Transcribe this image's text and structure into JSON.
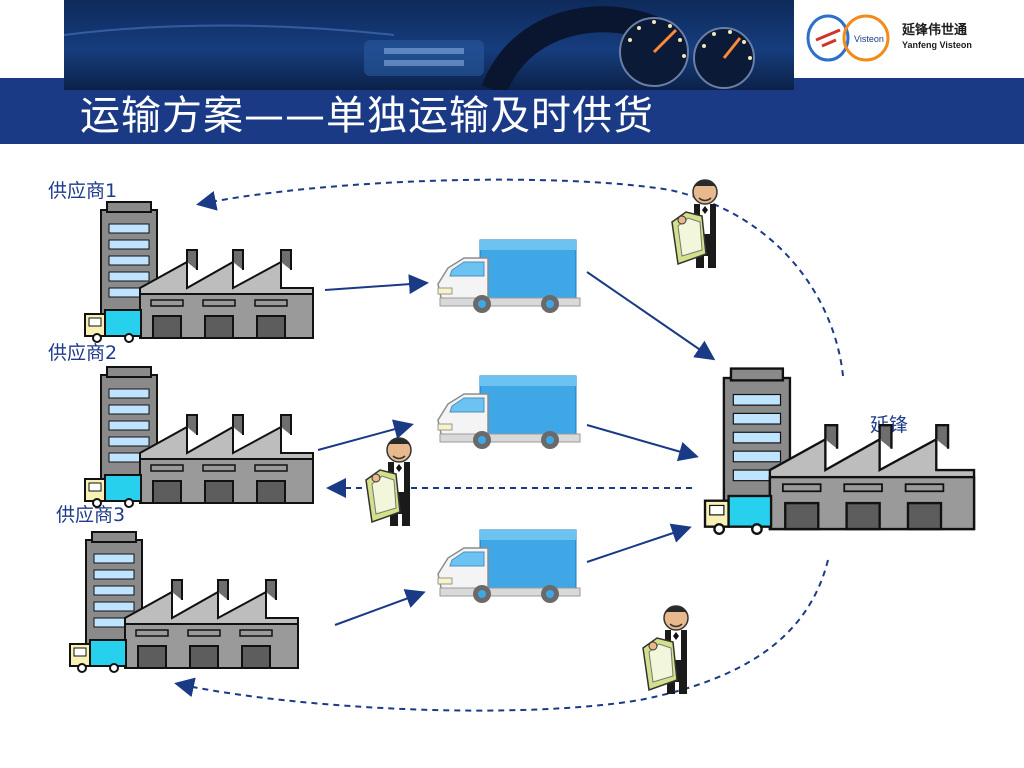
{
  "header": {
    "title": "运输方案——单独运输及时供货",
    "logo_brand": "Visteon",
    "logo_name_cn": "延锋伟世通",
    "logo_name_en": "Yanfeng Visteon"
  },
  "diagram": {
    "suppliers": [
      {
        "label": "供应商1"
      },
      {
        "label": "供应商2"
      },
      {
        "label": "供应商3"
      }
    ],
    "destination": {
      "label": "延锋"
    },
    "colors": {
      "header": "#1b3a86",
      "label": "#1e3a8a",
      "arrow": "#1b3a86",
      "truck_cargo": "#3fa7e6",
      "building": "#8a8a8a"
    }
  }
}
